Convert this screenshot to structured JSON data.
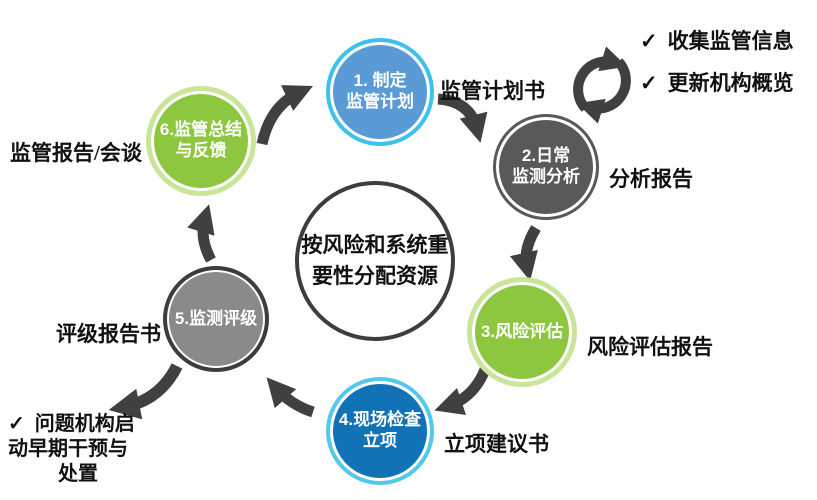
{
  "center_circle": {
    "line1": "按风险和系统重",
    "line2": "要性分配资源"
  },
  "nodes": [
    {
      "line1": "1. 制定",
      "line2": "监管计划",
      "fill": "#5b9bd5",
      "ring": "#3cc2ea"
    },
    {
      "line1": "2.日常",
      "line2": "监测分析",
      "fill": "#595959",
      "ring": "#595959"
    },
    {
      "line1": "3.风险评估",
      "line2": "",
      "fill": "#8dc63f",
      "ring": "#c8e59a"
    },
    {
      "line1": "4.现场检查",
      "line2": "立项",
      "fill": "#1173b5",
      "ring": "#54c8ea"
    },
    {
      "line1": "5.监测评级",
      "line2": "",
      "fill": "#8a8a8a",
      "ring": "#3d3d3d"
    },
    {
      "line1": "6.监管总结",
      "line2": "与反馈",
      "fill": "#8dc63f",
      "ring": "#c8e59a"
    }
  ],
  "labels": {
    "plan_doc": "监管计划书",
    "analysis_report": "分析报告",
    "risk_report": "风险评估报告",
    "proposal_doc": "立项建议书",
    "rating_report": "评级报告书",
    "supervision_report": "监管报告/会谈"
  },
  "checklist_top_right": {
    "check_icon": "✓",
    "items": [
      "收集监管信息",
      "更新机构概览"
    ]
  },
  "checklist_bottom_left": {
    "check_icon": "✓",
    "lines": [
      "问题机构启",
      "动早期干预与",
      "处置"
    ]
  },
  "colors": {
    "arrow": "#404040",
    "label_text": "#111111",
    "node_text": "#ffffff",
    "background": "#ffffff"
  }
}
